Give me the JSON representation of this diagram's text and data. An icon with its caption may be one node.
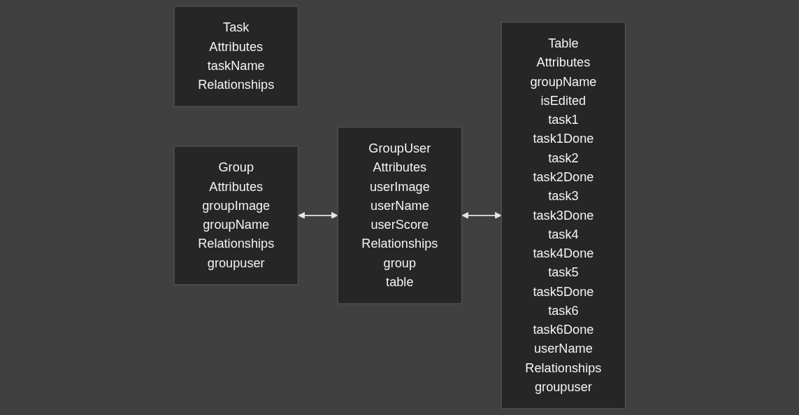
{
  "diagram": {
    "nodes": [
      {
        "text": [
          "Task",
          "Attributes",
          "taskName",
          "Relationships"
        ]
      },
      {
        "text": [
          "Table",
          "Attributes",
          "groupName",
          "isEdited",
          "task1",
          "task1Done",
          "task2",
          "task2Done",
          "task3",
          "task3Done",
          "task4",
          "task4Done",
          "task5",
          "task5Done",
          "task6",
          "task6Done",
          "userName",
          "Relationships",
          "groupuser"
        ]
      },
      {
        "text": [
          "Group",
          "Attributes",
          "groupImage",
          "groupName",
          "Relationships",
          "groupuser"
        ]
      },
      {
        "text": [
          "GroupUser",
          "Attributes",
          "userImage",
          "userName",
          "userScore",
          "Relationships",
          "group",
          "table"
        ]
      }
    ],
    "edges": [
      {
        "from": 2,
        "to": 3,
        "arrow": "both"
      },
      {
        "from": 3,
        "to": 1,
        "arrow": "both"
      }
    ]
  }
}
